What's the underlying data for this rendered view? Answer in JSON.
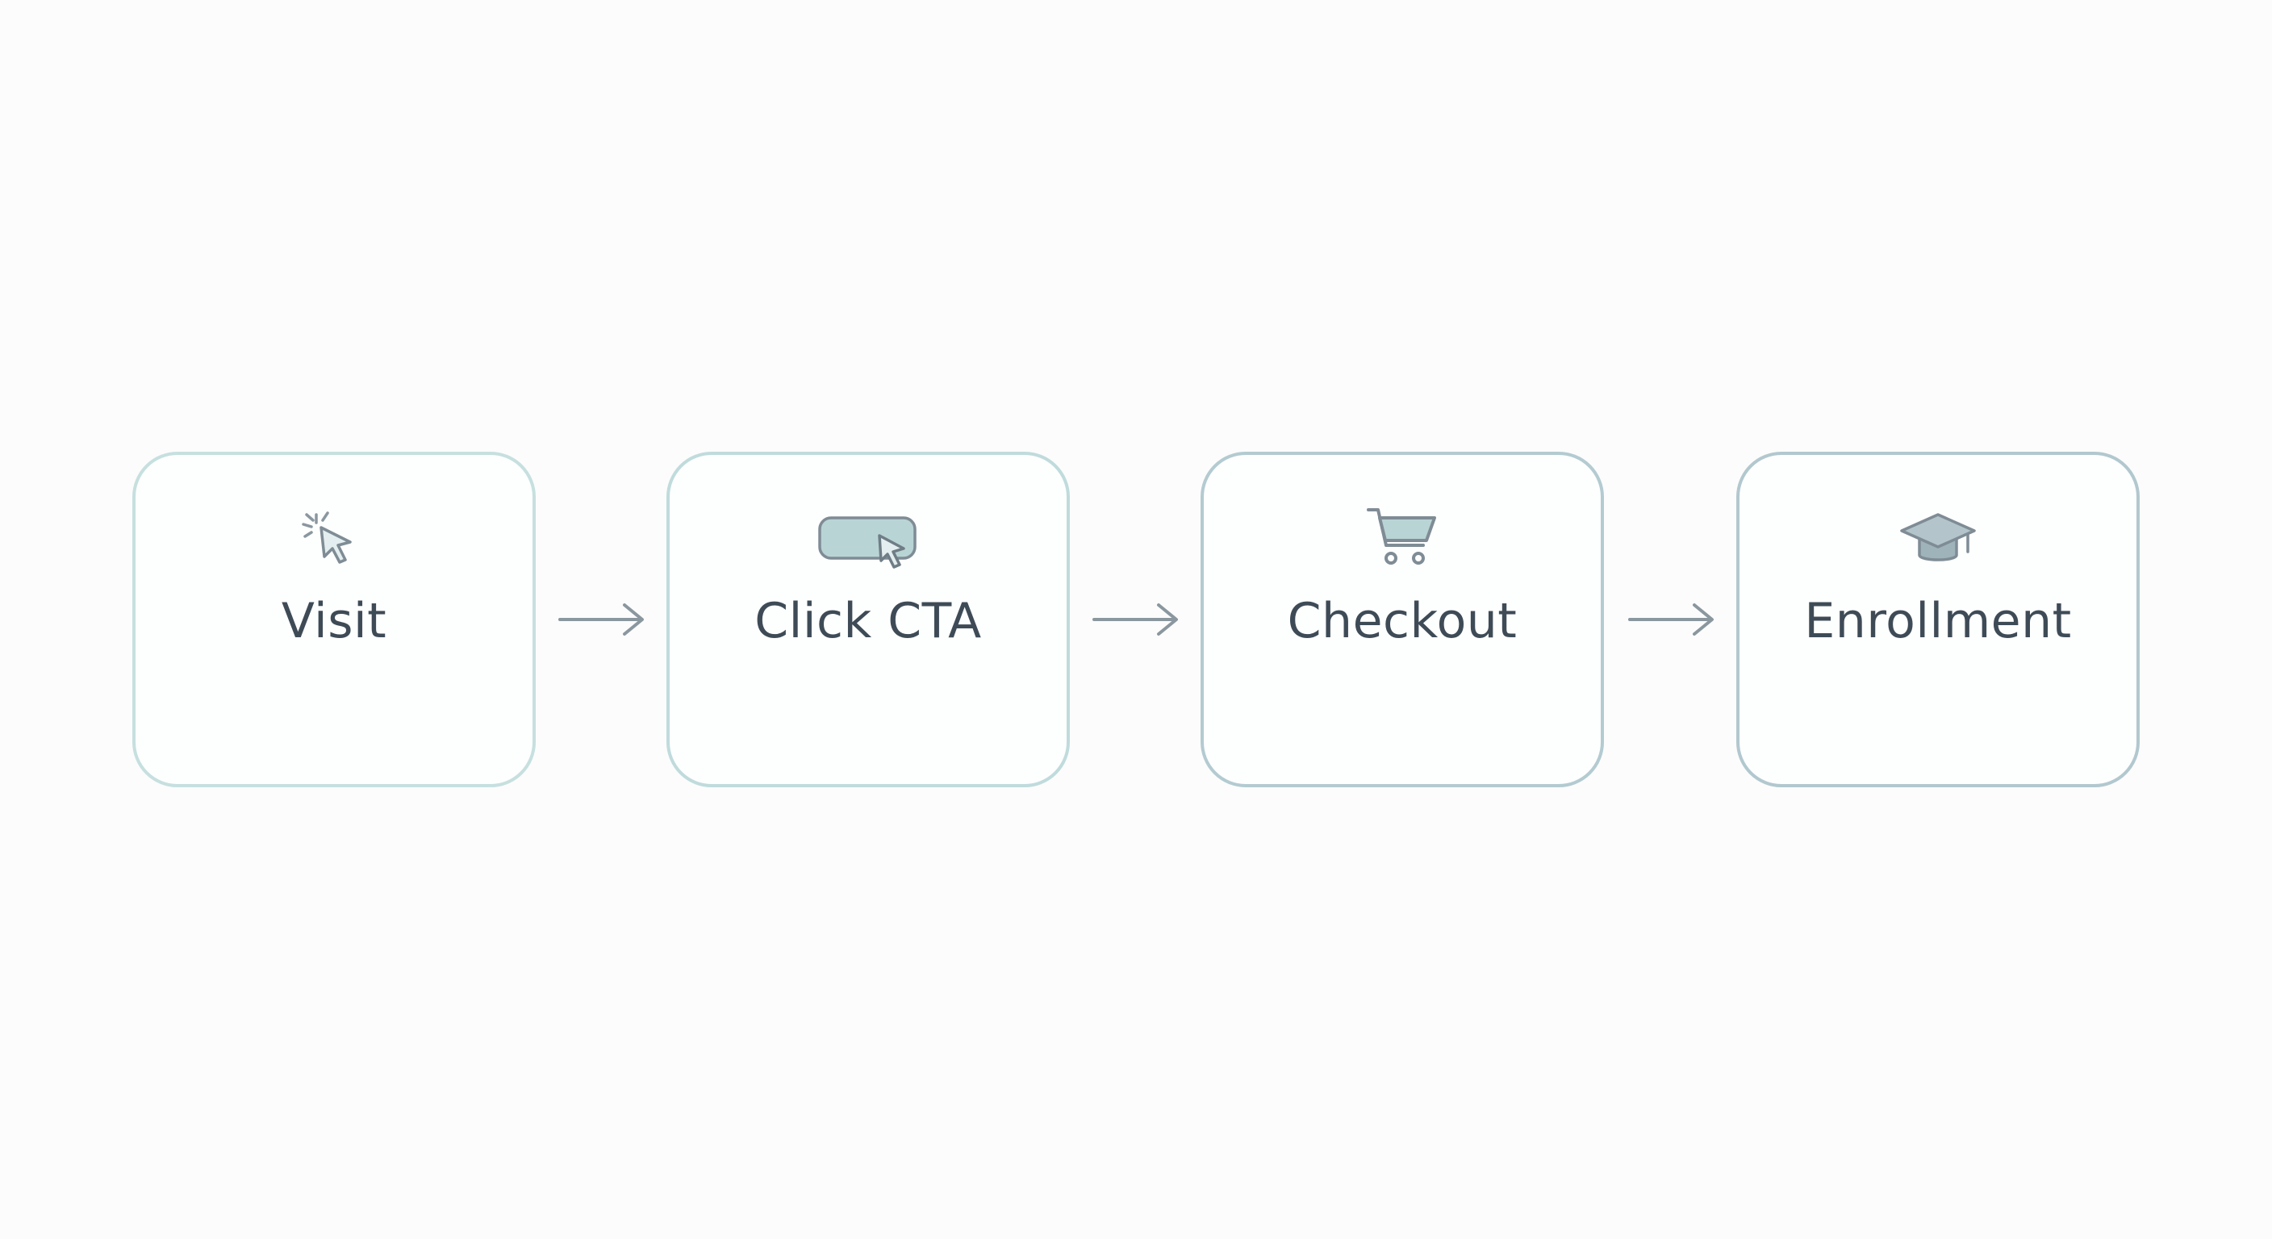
{
  "steps": [
    {
      "label": "Visit",
      "icon": "cursor-click-icon"
    },
    {
      "label": "Click CTA",
      "icon": "button-cursor-icon"
    },
    {
      "label": "Checkout",
      "icon": "shopping-cart-icon"
    },
    {
      "label": "Enrollment",
      "icon": "graduation-cap-icon"
    }
  ],
  "colors": {
    "label_text": "#3e4b57",
    "arrow": "#8a979f",
    "icon_stroke": "#8a979f",
    "icon_fill": "#b9d4d4",
    "box_border_light": "#c3dcdd",
    "box_border_dark": "#b2c8cf"
  }
}
